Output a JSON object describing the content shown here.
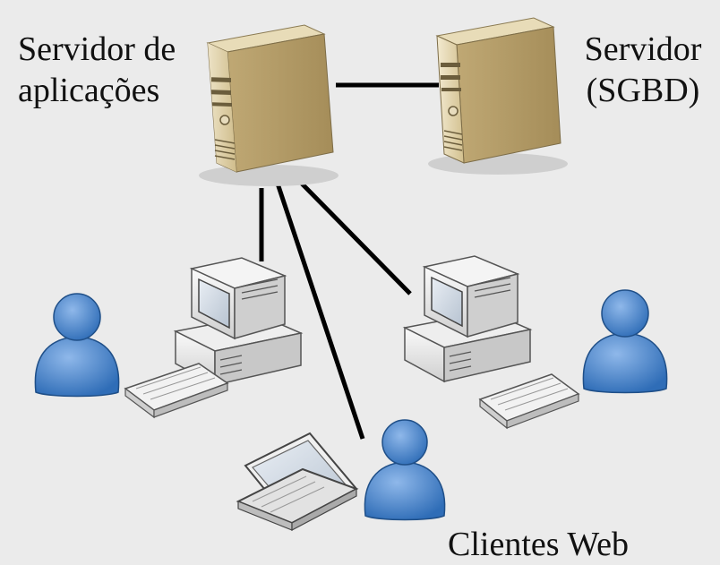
{
  "labels": {
    "app_server": [
      "Servidor de",
      "aplicações"
    ],
    "db_server": [
      "Servidor",
      "(SGBD)"
    ],
    "clients": "Clientes Web"
  },
  "colors": {
    "background": "#ebebeb",
    "server_body": "#d9c9a0",
    "user_blue": "#4f86c9",
    "monitor_gray": "#d4d4d4",
    "link_line": "#000000"
  },
  "icons": [
    "server-icon",
    "database-server-icon",
    "desktop-computer-icon",
    "laptop-icon",
    "user-icon",
    "keyboard-icon"
  ]
}
